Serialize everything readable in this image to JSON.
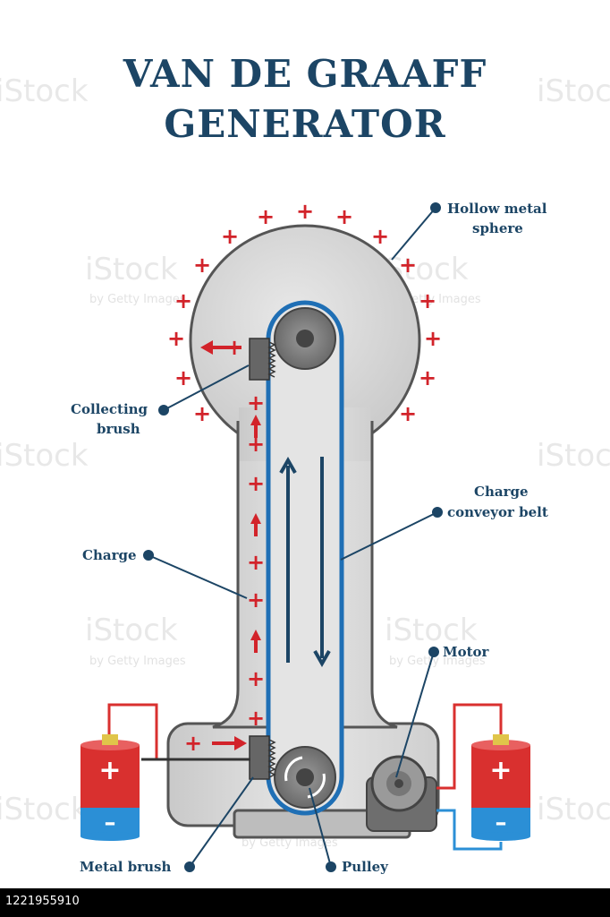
{
  "title": {
    "line1": "VAN DE GRAAFF",
    "line2": "GENERATOR"
  },
  "labels": {
    "hollow_sphere_1": "Hollow metal",
    "hollow_sphere_2": "sphere",
    "collecting_brush_1": "Collecting",
    "collecting_brush_2": "brush",
    "conveyor_belt_1": "Charge",
    "conveyor_belt_2": "conveyor belt",
    "charge": "Charge",
    "motor": "Motor",
    "metal_brush": "Metal brush",
    "pulley": "Pulley"
  },
  "watermark": {
    "brand": "iStock",
    "sub": "by Getty Images"
  },
  "footer": {
    "image_id": "1221955910"
  },
  "colors": {
    "title": "#1c4565",
    "charge": "#d2232a",
    "belt": "#1f6fb5",
    "body": "#d8d8d8",
    "battery_red": "#d9302f",
    "battery_blue": "#2b8fd6"
  }
}
